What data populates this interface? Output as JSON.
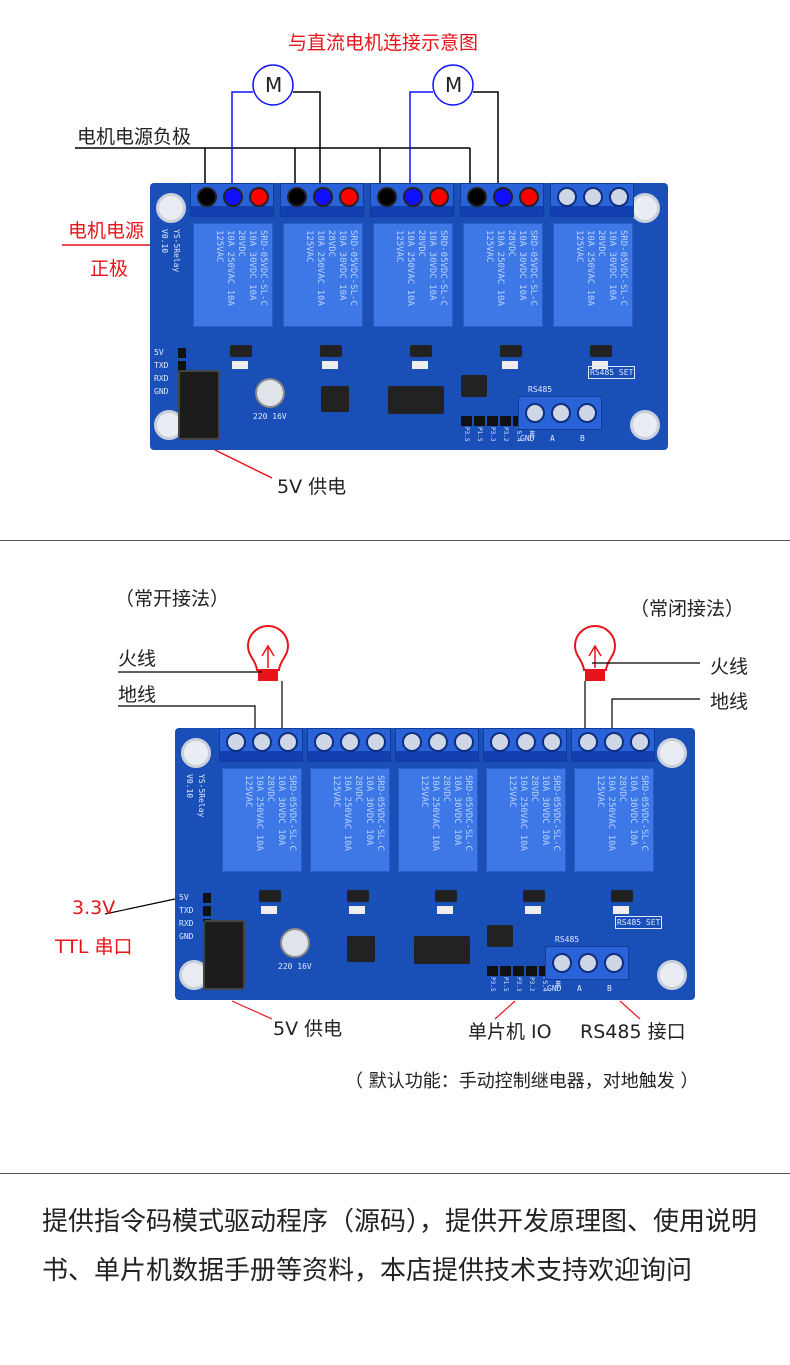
{
  "section1": {
    "title": "与直流电机连接示意图",
    "motor_label": "M",
    "negative_label": "电机电源负极",
    "positive_label_1": "电机电源",
    "positive_label_2": "正极",
    "power_label": "5V 供电",
    "dot_colors": {
      "black": "#000000",
      "blue": "#1010ff",
      "red": "#ff0000"
    }
  },
  "section2": {
    "no_label": "（常开接法）",
    "nc_label": "（常闭接法）",
    "live_left": "火线",
    "ground_left": "地线",
    "live_right": "火线",
    "ground_right": "地线",
    "ttl_label_1": "3.3V",
    "ttl_label_2": "TTL 串口",
    "power_label": "5V 供电",
    "mcu_label": "单片机 IO",
    "rs485_label": "RS485 接口",
    "note": "（ 默认功能：手动控制继电器，对地触发 ）",
    "bulb_icon": "light-bulb-icon"
  },
  "board": {
    "relay_text": [
      "10A 250VAC  10A 125VAC",
      "10A  30VDC  10A  28VDC",
      "SRD-05VDC-SL-C"
    ],
    "board_name": "YS-5Relay",
    "version": "V0.10",
    "header_pins": [
      "5V",
      "TXD",
      "RXD",
      "GND"
    ],
    "rs485_title": "RS485",
    "rs485_set": "RS485 SET",
    "rs485_pins": [
      "GND",
      "A",
      "B"
    ],
    "io_pins": [
      "P3.5",
      "P1.5",
      "P3.3",
      "P3.2",
      "P5.4",
      "GND"
    ],
    "capacitor": "220 16V"
  },
  "footer": {
    "text": "提供指令码模式驱动程序（源码），提供开发原理图、使用说明书、单片机数据手册等资料，本店提供技术支持欢迎询问"
  },
  "colors": {
    "accent_red": "#e8141c",
    "pcb_blue": "#1a4fb8",
    "relay_blue": "#3d78e6"
  }
}
